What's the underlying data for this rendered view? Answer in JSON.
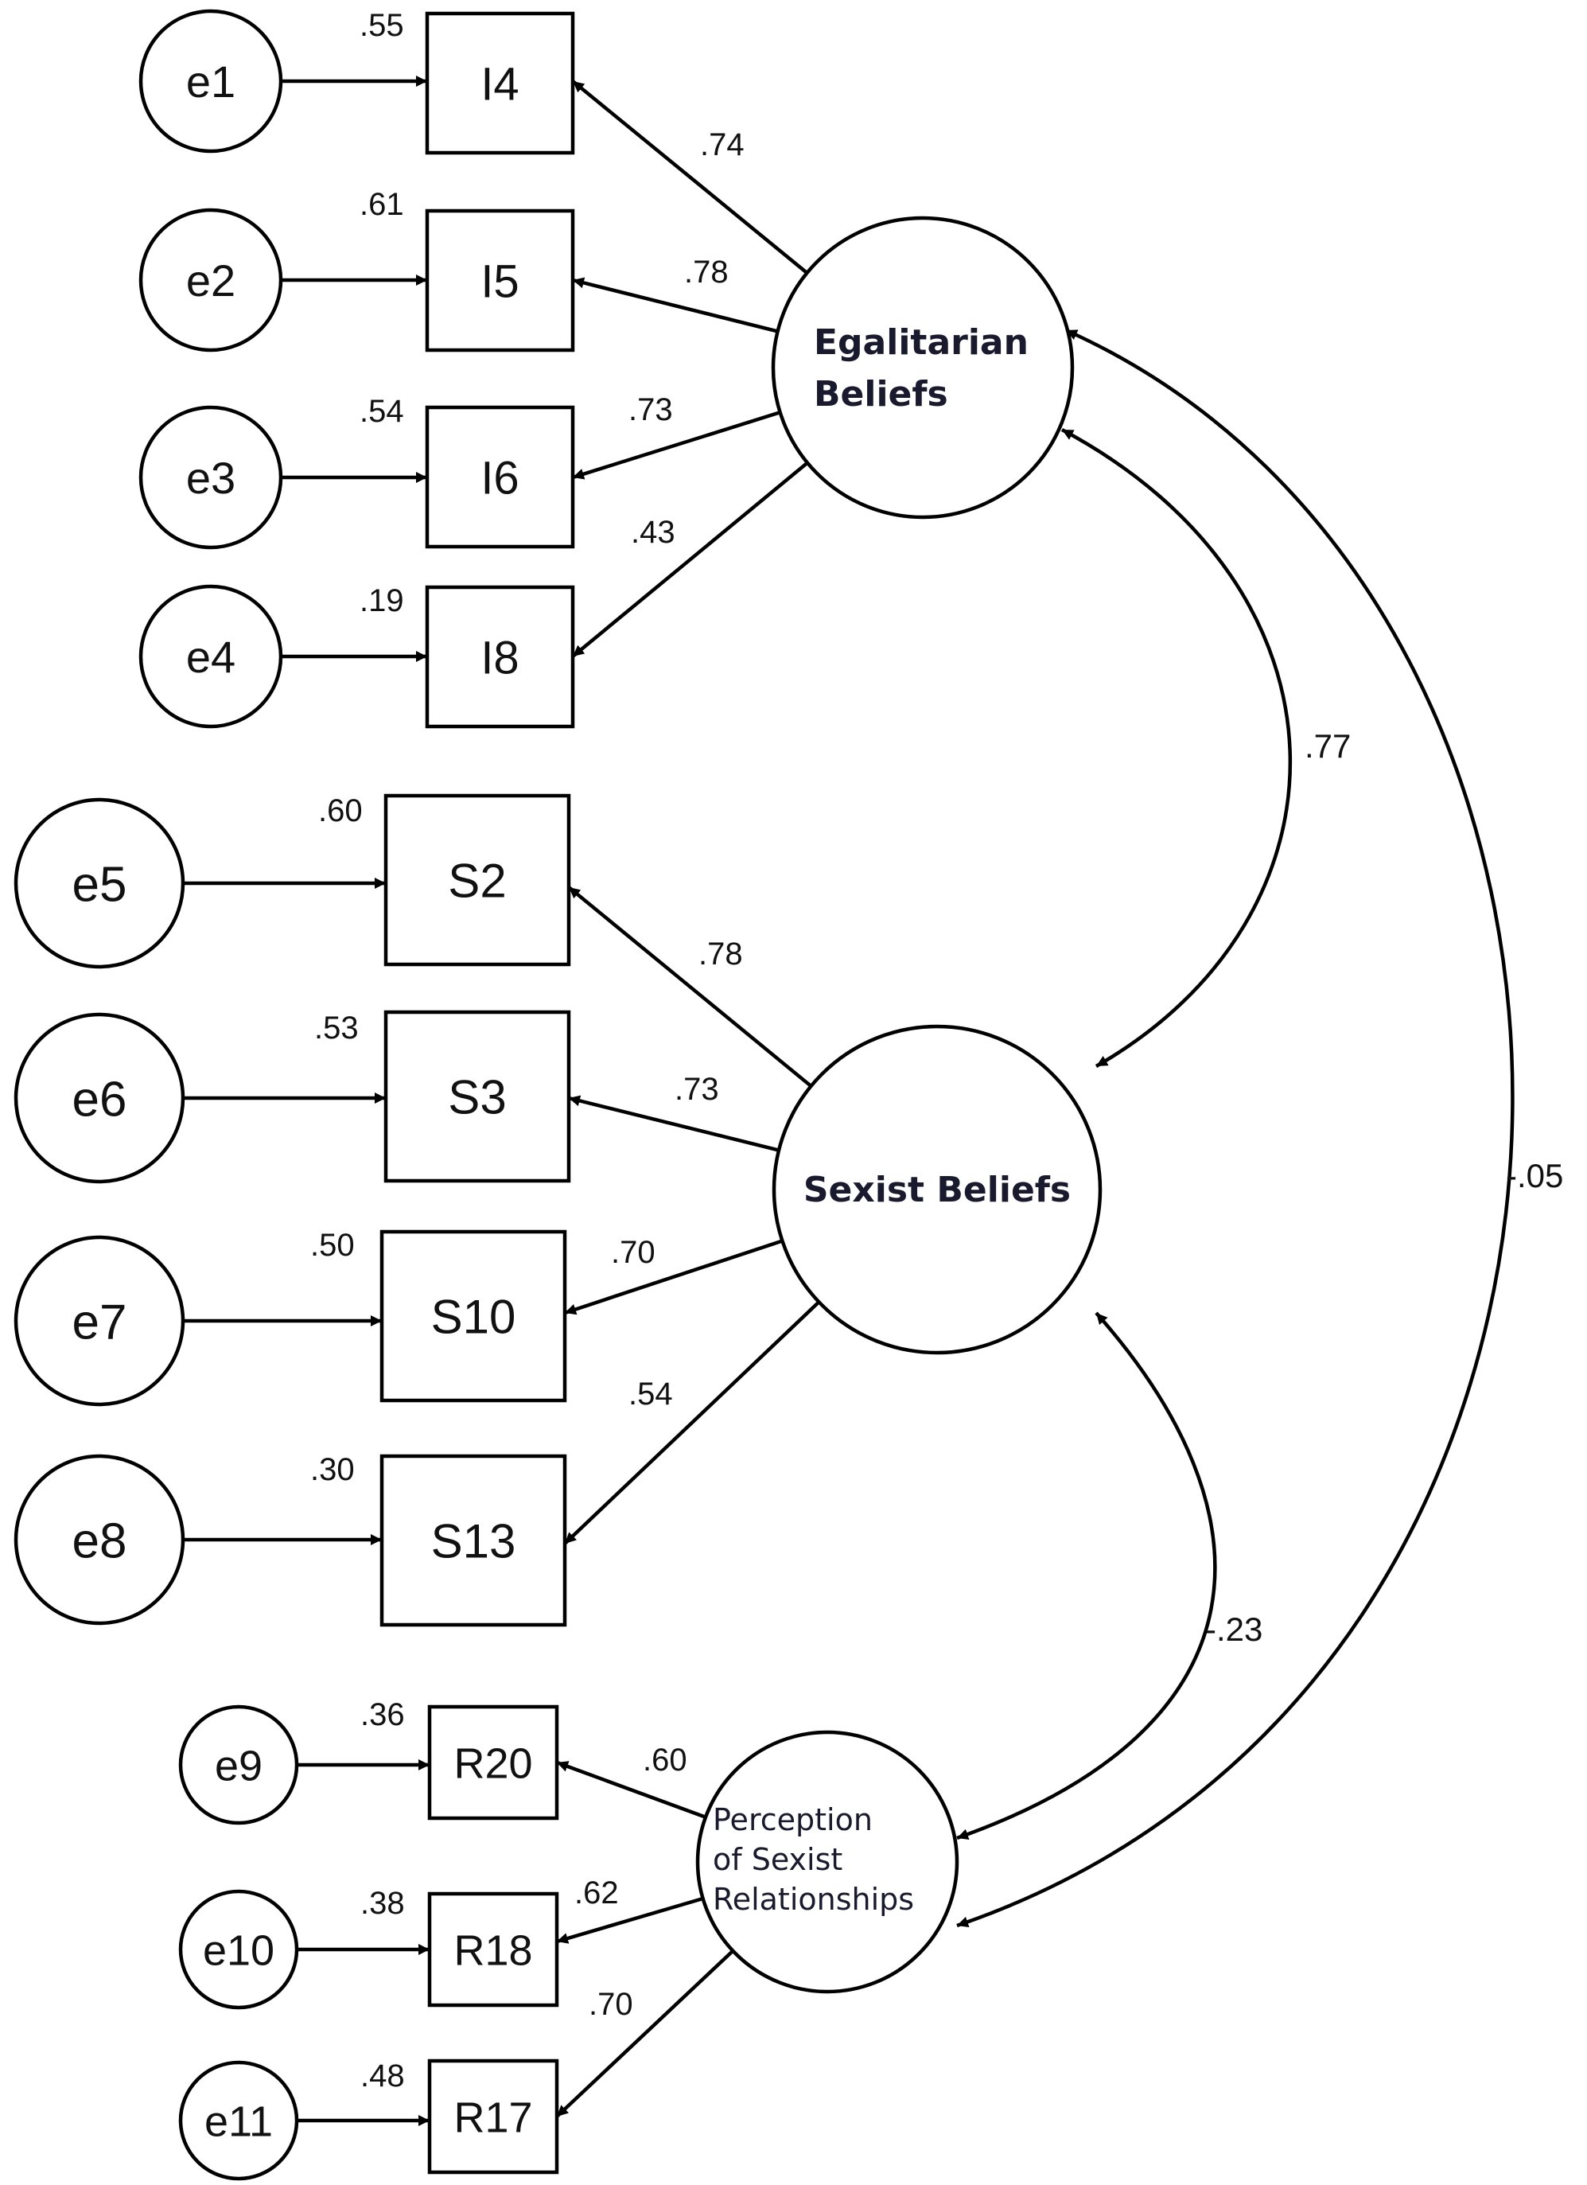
{
  "latents": {
    "egalitarian": {
      "lines": [
        "Egalitarian",
        "Beliefs"
      ]
    },
    "sexist": {
      "lines": [
        "Sexist Beliefs"
      ]
    },
    "perception": {
      "lines": [
        "Perception",
        "of Sexist",
        "Relationships"
      ]
    }
  },
  "errors": [
    "e1",
    "e2",
    "e3",
    "e4",
    "e5",
    "e6",
    "e7",
    "e8",
    "e9",
    "e10",
    "e11"
  ],
  "indicators": [
    {
      "id": "I4",
      "r2": ".55",
      "loading": ".74"
    },
    {
      "id": "I5",
      "r2": ".61",
      "loading": ".78"
    },
    {
      "id": "I6",
      "r2": ".54",
      "loading": ".73"
    },
    {
      "id": "I8",
      "r2": ".19",
      "loading": ".43"
    },
    {
      "id": "S2",
      "r2": ".60",
      "loading": ".78"
    },
    {
      "id": "S3",
      "r2": ".53",
      "loading": ".73"
    },
    {
      "id": "S10",
      "r2": ".50",
      "loading": ".70"
    },
    {
      "id": "S13",
      "r2": ".30",
      "loading": ".54"
    },
    {
      "id": "R20",
      "r2": ".36",
      "loading": ".60"
    },
    {
      "id": "R18",
      "r2": ".38",
      "loading": ".62"
    },
    {
      "id": "R17",
      "r2": ".48",
      "loading": ".70"
    }
  ],
  "correlations": {
    "egalitarian_sexist": ".77",
    "sexist_perception": "-.23",
    "egalitarian_perception": "-.05"
  }
}
